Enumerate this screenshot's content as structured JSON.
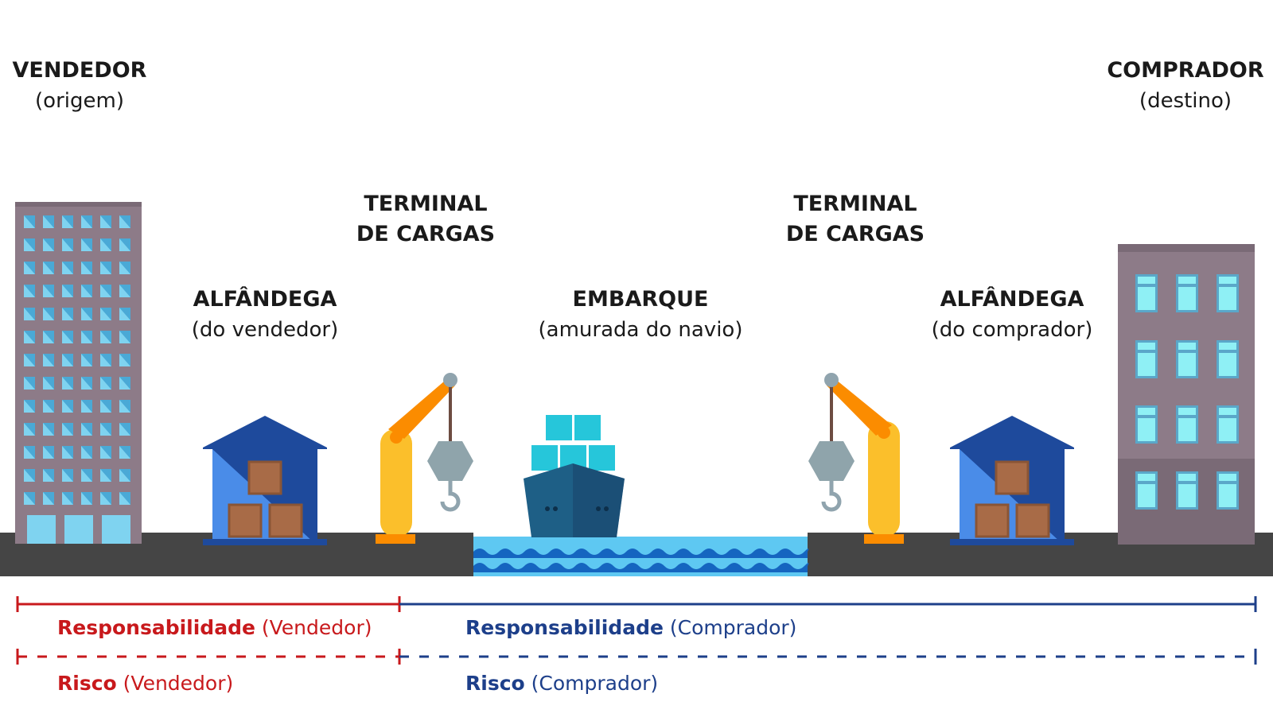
{
  "labels": {
    "seller": {
      "title": "VENDEDOR",
      "sub": "(origem)"
    },
    "buyer": {
      "title": "COMPRADOR",
      "sub": "(destino)"
    },
    "terminal_left": {
      "line1": "TERMINAL",
      "line2": "DE CARGAS"
    },
    "terminal_right": {
      "line1": "TERMINAL",
      "line2": "DE CARGAS"
    },
    "customs_seller": {
      "title": "ALFÂNDEGA",
      "sub": "(do vendedor)"
    },
    "customs_buyer": {
      "title": "ALFÂNDEGA",
      "sub": "(do comprador)"
    },
    "shipment": {
      "title": "EMBARQUE",
      "sub": "(amurada do navio)"
    }
  },
  "legend": {
    "resp_seller": {
      "bold": "Responsabilidade",
      "rest": "(Vendedor)"
    },
    "resp_buyer": {
      "bold": "Responsabilidade",
      "rest": "(Comprador)"
    },
    "risk_seller": {
      "bold": "Risco",
      "rest": "(Vendedor)"
    },
    "risk_buyer": {
      "bold": "Risco",
      "rest": "(Comprador)"
    }
  },
  "colors": {
    "seller_red": "#c8191c",
    "buyer_blue": "#1d3f8a",
    "ground": "#454545",
    "water": "#5ec8f2",
    "wave_dark": "#1565c0",
    "crane_yellow": "#fbbf2b",
    "crane_orange": "#fb8c00",
    "warehouse_blue": "#1e4a9c",
    "ship_hull": "#1e5f86",
    "container_teal": "#26c6da",
    "building_left": "#8d7b88",
    "building_right": "#8d7b88"
  },
  "icons": [
    "office-tower-icon",
    "apartment-building-icon",
    "warehouse-icon",
    "harbor-crane-icon",
    "container-ship-icon",
    "water-waves-icon"
  ]
}
